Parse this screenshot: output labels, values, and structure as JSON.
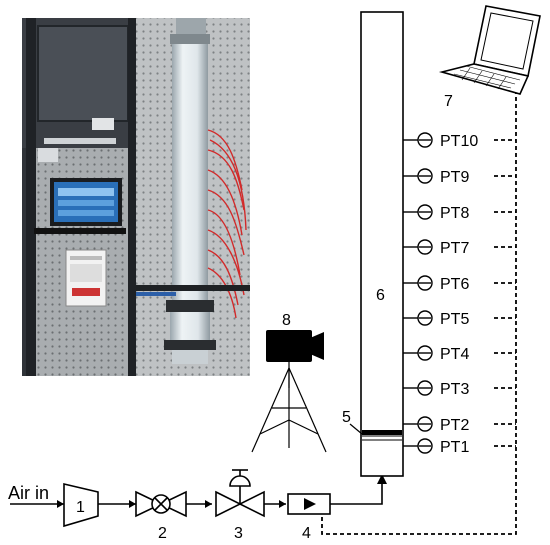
{
  "labels": {
    "air_in": "Air in",
    "n1": "1",
    "n2": "2",
    "n3": "3",
    "n4": "4",
    "n5": "5",
    "n6": "6",
    "n7": "7",
    "n8": "8"
  },
  "pressure_transducers": [
    "PT10",
    "PT9",
    "PT8",
    "PT7",
    "PT6",
    "PT5",
    "PT4",
    "PT3",
    "PT2",
    "PT1"
  ],
  "colors": {
    "line": "#000000",
    "photo_backdrop": "#3b3f44",
    "pegboard": "#b9bcbe",
    "tube": "#dfe6ea",
    "wires": "#d22a2a"
  },
  "icons": [
    "compressor-icon",
    "ball-valve-icon",
    "control-valve-icon",
    "flow-meter-icon",
    "camera-icon",
    "laptop-icon"
  ]
}
